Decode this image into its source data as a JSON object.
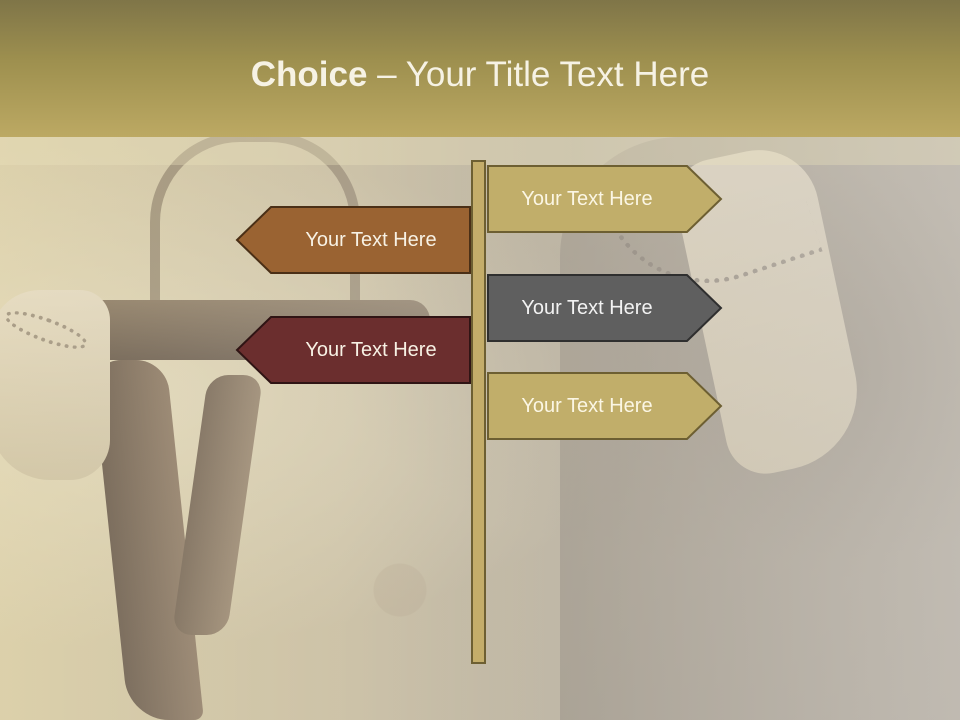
{
  "slide": {
    "title_bold": "Choice",
    "title_rest": " – Your Title Text Here"
  },
  "signs": {
    "right_top": "Your Text Here",
    "left_top": "Your Text Here",
    "right_middle": "Your Text Here",
    "left_bottom": "Your Text Here",
    "right_bottom": "Your Text Here"
  },
  "colors": {
    "header": "#a8985a",
    "sign_gold": "#c1ae6a",
    "sign_brown": "#9a6332",
    "sign_gray": "#5f5f5f",
    "sign_maroon": "#6b2e2e",
    "pole": "#c4ad6a"
  }
}
